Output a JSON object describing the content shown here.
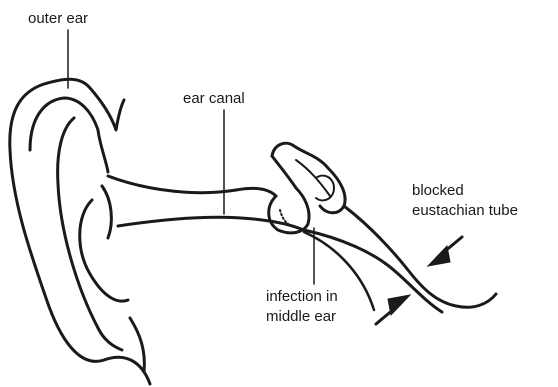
{
  "labels": {
    "outer_ear": "outer ear",
    "ear_canal": "ear canal",
    "blocked_eustachian_tube": [
      "blocked",
      "eustachian tube"
    ],
    "infection_in_middle_ear": [
      "infection in",
      "middle ear"
    ]
  },
  "colors": {
    "line": "#1a1a1a",
    "background": "#ffffff"
  }
}
